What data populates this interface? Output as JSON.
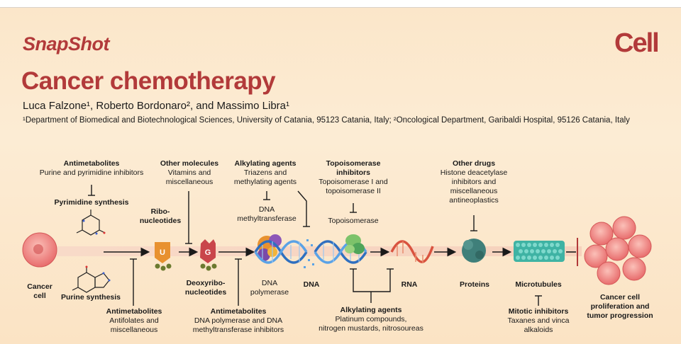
{
  "header": {
    "series": "SnapShot",
    "journal": "Cell",
    "title": "Cancer chemotherapy",
    "authors": "Luca Falzone¹, Roberto Bordonaro², and Massimo Libra¹",
    "affiliations": "¹Department of Biomedical and Biotechnological Sciences, University of Catania, 95123 Catania, Italy; ²Oncological Department, Garibaldi Hospital, 95126 Catania, Italy"
  },
  "nodes": {
    "cancer_cell": "Cancer\ncell",
    "pyrimidine_synthesis": "Pyrimidine synthesis",
    "purine_synthesis": "Purine synthesis",
    "ribonucleotides": "Ribo-\nnucleotides",
    "deoxyribonucleotides": "Deoxyribo-\nnucleotides",
    "dna_mtase": "DNA\nmethyltransferase",
    "dna_polymerase": "DNA\npolymerase",
    "dna": "DNA",
    "topoisomerase": "Topoisomerase",
    "rna": "RNA",
    "proteins": "Proteins",
    "microtubules": "Microtubules",
    "cancer_cell_proliferation": "Cancer cell\nproliferation and\ntumor progression"
  },
  "drugs": {
    "antimetabolites_top": {
      "title": "Antimetabolites",
      "desc": "Purine and pyrimidine inhibitors"
    },
    "other_molecules": {
      "title": "Other molecules",
      "desc": "Vitamins and\nmiscellaneous"
    },
    "alkylating_top": {
      "title": "Alkylating agents",
      "desc": "Triazens and\nmethylating agents"
    },
    "topo_inhibitors": {
      "title": "Topoisomerase\ninhibitors",
      "desc": "Topoisomerase I and\ntopoisomerase II"
    },
    "other_drugs": {
      "title": "Other drugs",
      "desc": "Histone deacetylase\ninhibitors and\nmiscellaneous\nantineoplastics"
    },
    "antimetabolites_bottom1": {
      "title": "Antimetabolites",
      "desc": "Antifolates and\nmiscellaneous"
    },
    "antimetabolites_bottom2": {
      "title": "Antimetabolites",
      "desc": "DNA polymerase and DNA\nmethyltransferase inhibitors"
    },
    "alkylating_bottom": {
      "title": "Alkylating agents",
      "desc": "Platinum compounds,\nnitrogen mustards, nitrosoureas"
    },
    "mitotic_inhibitors": {
      "title": "Mitotic inhibitors",
      "desc": "Taxanes and vinca\nalkaloids"
    }
  },
  "glyphs": {
    "u": "U",
    "g": "G"
  },
  "colors": {
    "brand": "#b23a3a",
    "background": "#fcecd4",
    "cancer_cell": "#ef8a8a",
    "arrow": "#1a1a1a",
    "inhibitor_bar": "#b23a3a",
    "dna_blue": "#2f6fbf",
    "rna_red": "#d9533f",
    "protein_teal": "#3f7f7a",
    "microtubule": "#3fb3a4",
    "nucleotide_orange": "#e8912f",
    "nucleotide_red": "#c9454a"
  },
  "icons": [
    "cancer-cell-icon",
    "pyrimidine-structure-icon",
    "purine-structure-icon",
    "ribonucleotide-icon",
    "deoxyribonucleotide-icon",
    "polymerase-icon",
    "dna-helix-icon",
    "topoisomerase-icon",
    "rna-strand-icon",
    "protein-icon",
    "microtubule-icon",
    "tumor-cluster-icon"
  ]
}
